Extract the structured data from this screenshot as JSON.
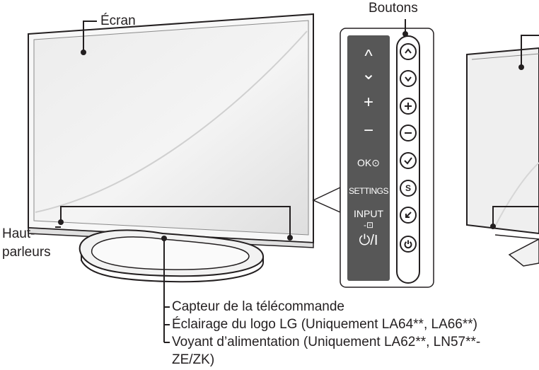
{
  "labels": {
    "screen": "Écran",
    "buttons": "Boutons",
    "speakers_line1": "Haut-",
    "speakers_line2": "parleurs"
  },
  "sensor_labels": {
    "line1": "Capteur de la télécommande",
    "line2": "Éclairage du logo LG (Uniquement  LA64**, LA66**)",
    "line3": "Voyant d’alimentation (Uniquement  LA62**, LN57**-",
    "line4": "ZE/ZK)"
  },
  "keypad": {
    "up": "^",
    "down": "⌄",
    "plus": "+",
    "minus": "−",
    "ok": "OK⊙",
    "settings": "SETTINGS",
    "input": "INPUT",
    "input_icon": "-⊡",
    "power": "⏻/I"
  },
  "round_buttons": [
    {
      "icon": "chevron-up-icon"
    },
    {
      "icon": "chevron-down-icon"
    },
    {
      "icon": "plus-icon"
    },
    {
      "icon": "minus-icon"
    },
    {
      "icon": "check-icon"
    },
    {
      "icon": "settings-s-icon",
      "glyph": "S"
    },
    {
      "icon": "input-arrow-icon"
    },
    {
      "icon": "power-icon"
    }
  ]
}
